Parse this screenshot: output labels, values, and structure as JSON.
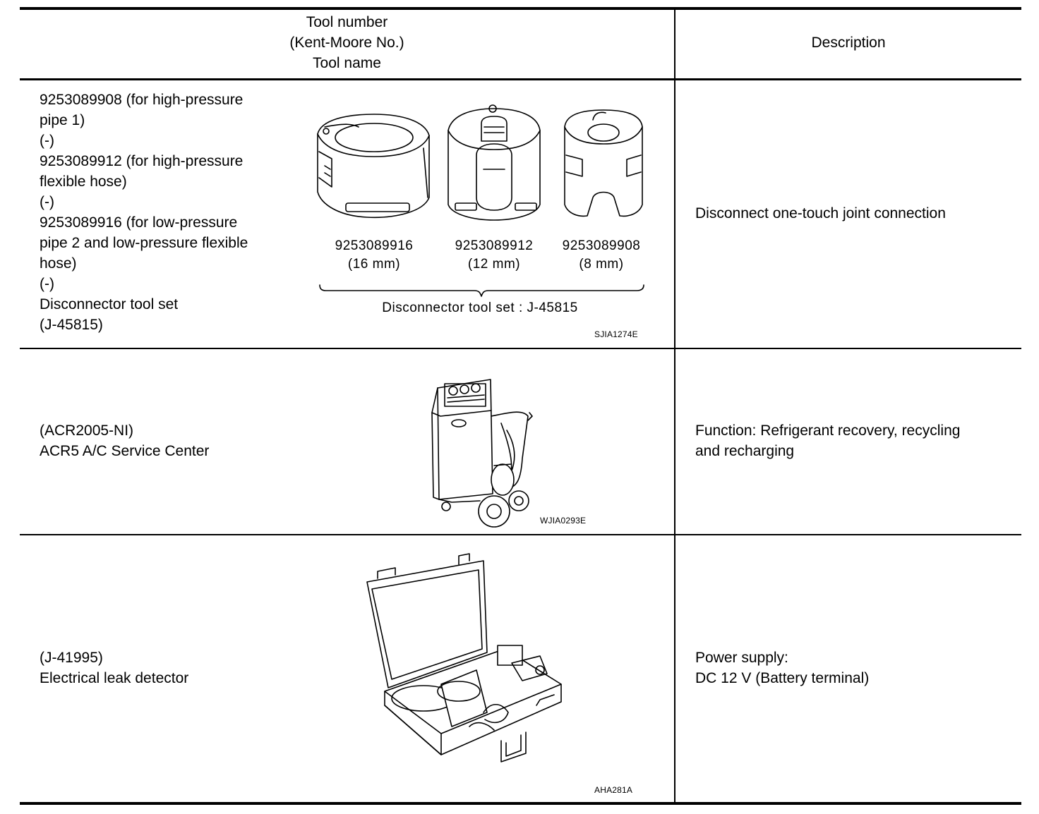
{
  "header": {
    "tool_col_lines": [
      "Tool number",
      "(Kent-Moore No.)",
      "Tool name"
    ],
    "desc_col": "Description"
  },
  "rows": [
    {
      "tool_text": "9253089908 (for high-pressure\npipe 1)\n(-)\n9253089912 (for high-pressure\nflexible hose)\n(-)\n9253089916 (for low-pressure\npipe 2 and low-pressure flexible\nhose)\n(-)\nDisconnector tool set\n(J-45815)",
      "description": "Disconnect one-touch joint connection",
      "illustration": {
        "icon": "disconnector-tool-set-icon",
        "parts": [
          {
            "number": "9253089916",
            "size": "(16 mm)"
          },
          {
            "number": "9253089912",
            "size": "(12 mm)"
          },
          {
            "number": "9253089908",
            "size": "(8 mm)"
          }
        ],
        "set_label": "Disconnector tool set : J-45815",
        "code": "SJIA1274E"
      }
    },
    {
      "tool_text": "(ACR2005-NI)\nACR5 A/C Service Center",
      "description": "Function: Refrigerant recovery, recycling\nand recharging",
      "illustration": {
        "icon": "ac-service-center-icon",
        "code": "WJIA0293E"
      }
    },
    {
      "tool_text": "(J-41995)\nElectrical leak detector",
      "description": "Power supply:\nDC 12 V (Battery terminal)",
      "illustration": {
        "icon": "leak-detector-case-icon",
        "code": "AHA281A"
      }
    }
  ]
}
